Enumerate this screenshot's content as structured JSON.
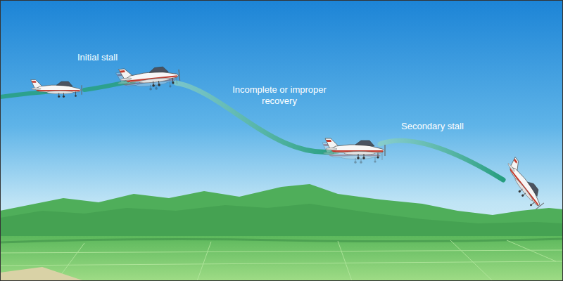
{
  "diagram": {
    "labels": [
      "Initial stall",
      "Incomplete or improper recovery",
      "Secondary stall"
    ]
  }
}
